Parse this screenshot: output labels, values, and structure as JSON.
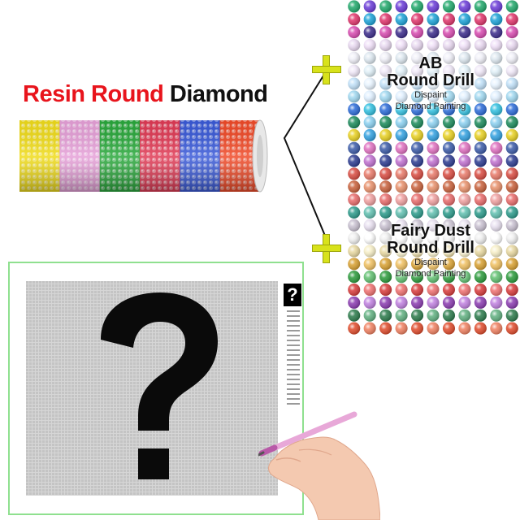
{
  "title": {
    "part1": "Resin",
    "part2": "Round",
    "part3": "Diamond"
  },
  "ab_label": {
    "line1": "AB",
    "line2": "Round Drill",
    "brand": "Dispaint",
    "product": "Diamond Painting"
  },
  "fairy_label": {
    "line1": "Fairy Dust",
    "line2": "Round Drill",
    "brand": "Dispaint",
    "product": "Diamond Painting"
  },
  "board": {
    "icon_text": "?"
  },
  "colors": {
    "title_red": "#e8141c",
    "plus_yellow": "#d8e21b",
    "frame_green": "#8fe08f",
    "roll_bands": [
      "#f0dc1a",
      "#e6a0d8",
      "#2aa83c",
      "#e03a55",
      "#3a5ad8",
      "#f04a28"
    ]
  },
  "icons": [
    "plus-icon",
    "question-mark-icon",
    "hand-with-pen-illustration"
  ]
}
